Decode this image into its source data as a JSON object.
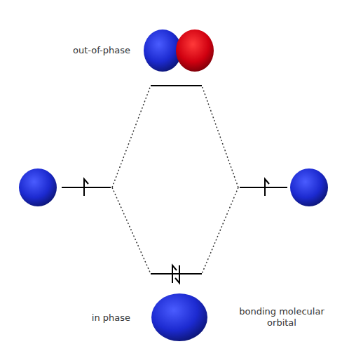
{
  "diagram": {
    "labels": [
      "out-of-phase",
      "in phase",
      "bonding molecular orbital"
    ]
  }
}
